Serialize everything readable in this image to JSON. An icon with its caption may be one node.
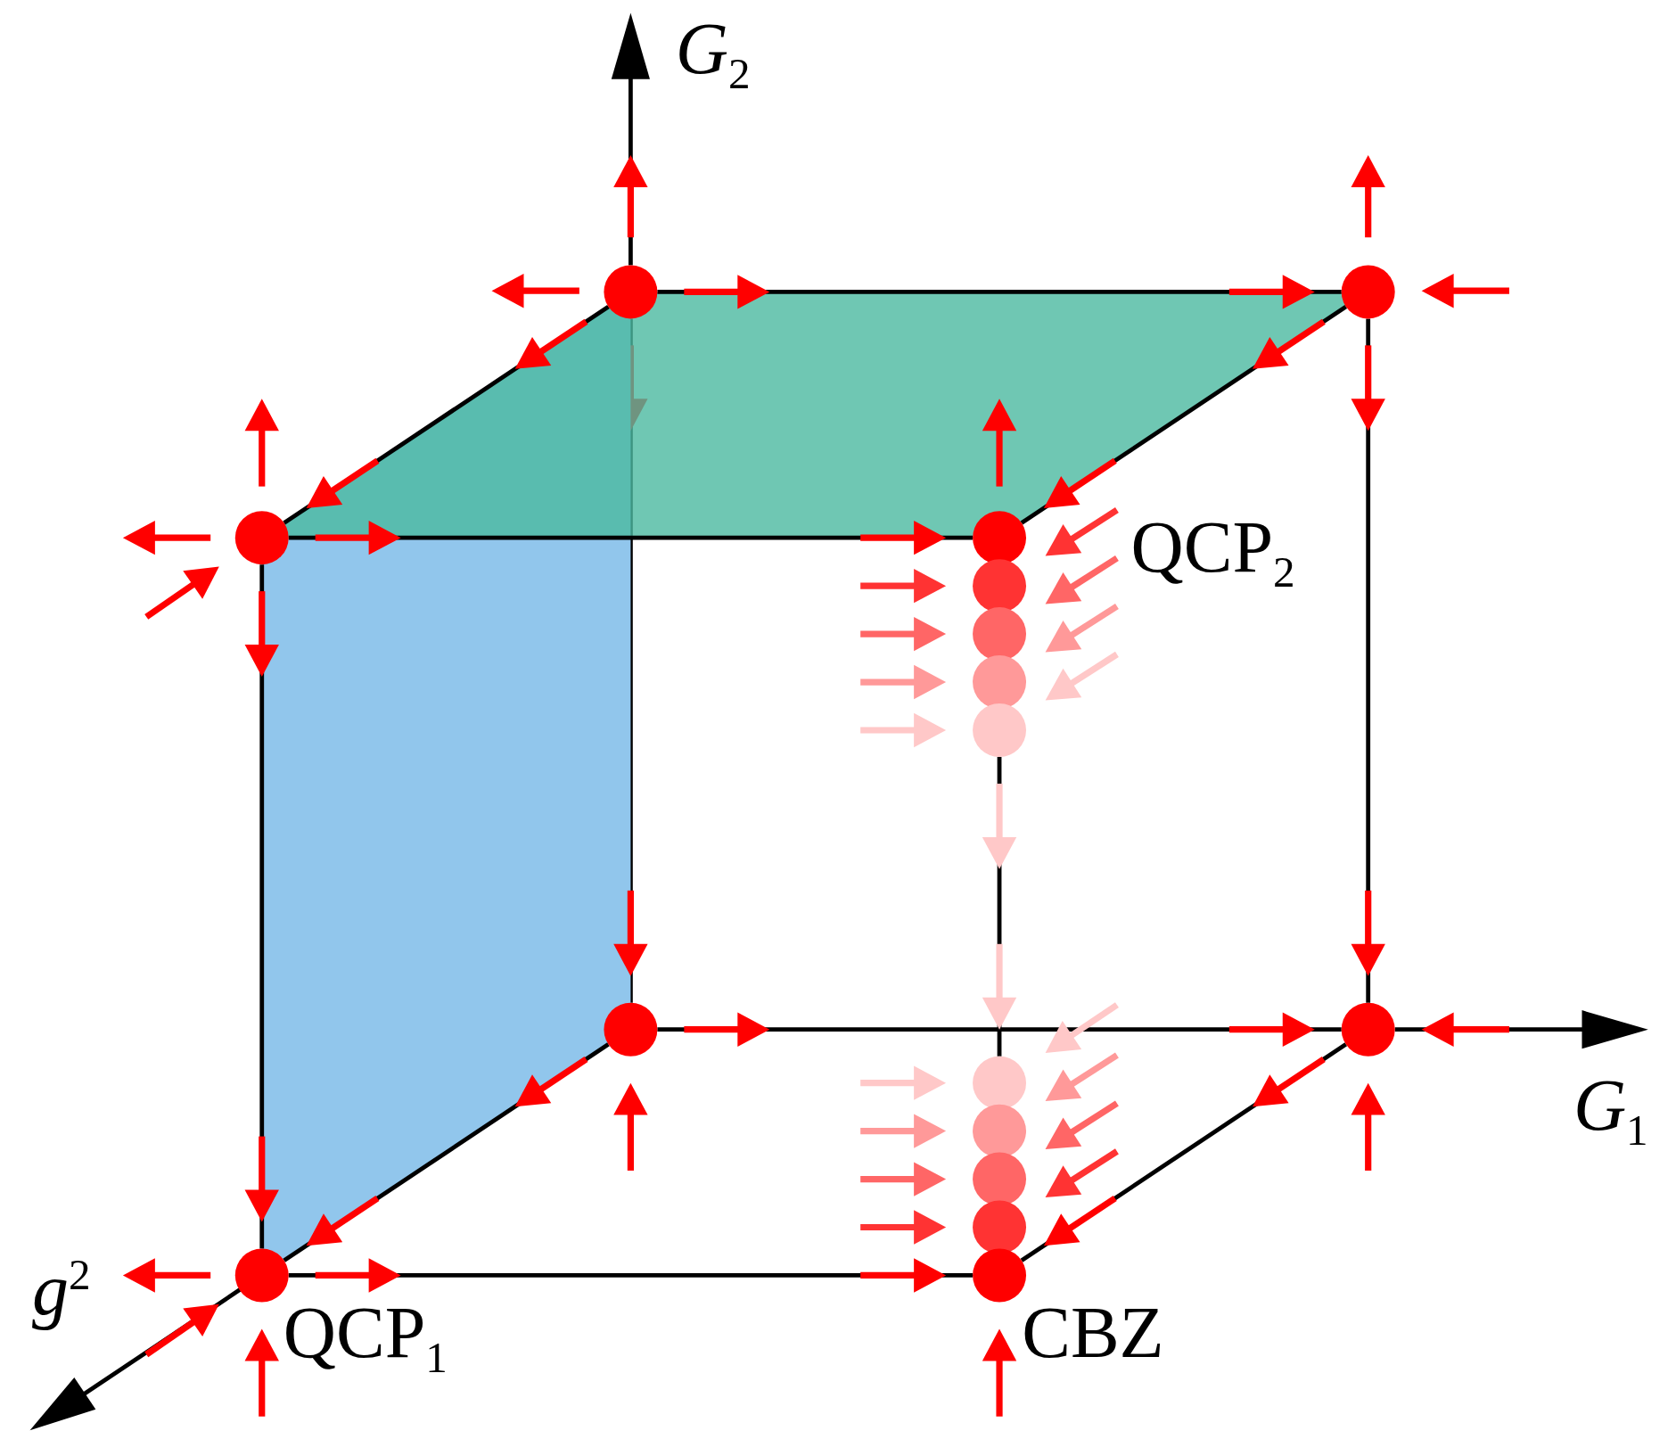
{
  "diagram": {
    "nodes": [
      {
        "text": [],
        "shape": "circle"
      },
      {
        "text": [],
        "shape": "circle"
      },
      {
        "text": [],
        "shape": "circle"
      },
      {
        "text": [],
        "shape": "circle",
        "beside": [
          "QCP$_{2}$"
        ]
      },
      {
        "text": [],
        "shape": "circle"
      },
      {
        "text": [],
        "shape": "circle"
      },
      {
        "text": [],
        "shape": "circle"
      },
      {
        "text": [],
        "shape": "circle"
      },
      {
        "text": [],
        "shape": "circle"
      },
      {
        "text": [],
        "shape": "circle"
      },
      {
        "text": [],
        "shape": "circle"
      },
      {
        "text": [],
        "shape": "circle"
      },
      {
        "text": [],
        "shape": "circle"
      },
      {
        "text": [],
        "shape": "circle"
      },
      {
        "text": [],
        "shape": "circle",
        "beside": [
          "QCP$_{1}$"
        ]
      },
      {
        "text": [],
        "shape": "circle",
        "beside": [
          "CBZ"
        ]
      }
    ],
    "edges": [
      {
        "from": 0,
        "to": 1,
        "arrow": "to"
      },
      {
        "from": 0,
        "to": 2,
        "arrow": "to"
      },
      {
        "from": 0,
        "to": 8,
        "arrow": "to"
      },
      {
        "from": 1,
        "to": 3,
        "arrow": "to"
      },
      {
        "from": 1,
        "to": 9,
        "arrow": "to"
      },
      {
        "from": 2,
        "to": 3,
        "arrow": "to"
      },
      {
        "from": 2,
        "to": 14,
        "arrow": "to"
      },
      {
        "from": 7,
        "to": 10,
        "arrow": "to"
      },
      {
        "from": 8,
        "to": 9,
        "arrow": "to"
      },
      {
        "from": 8,
        "to": 14,
        "arrow": "to"
      },
      {
        "from": 9,
        "to": 15,
        "arrow": "to"
      },
      {
        "from": 14,
        "to": 15,
        "arrow": "to"
      }
    ],
    "labels": [
      "*G*$_{2}$",
      "*G*$_{1}$",
      "*g*$^{2}$"
    ]
  }
}
